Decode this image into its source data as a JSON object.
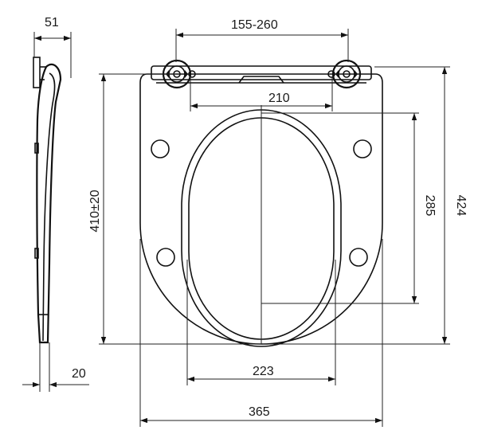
{
  "dimensions": {
    "side_width": "51",
    "side_thickness": "20",
    "hinge_span": "155-260",
    "hinge_spacing": "210",
    "seat_length": "410±20",
    "total_length": "424",
    "opening_length": "285",
    "opening_width": "223",
    "total_width": "365"
  },
  "colors": {
    "line": "#111111",
    "background": "#ffffff"
  }
}
